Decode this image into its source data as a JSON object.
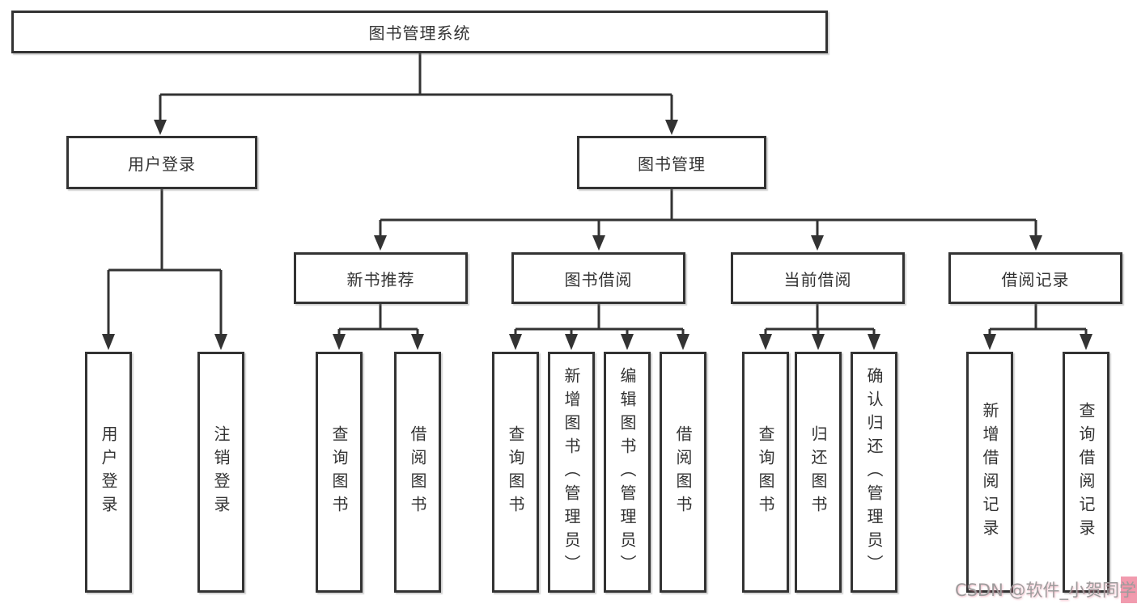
{
  "diagram": {
    "type": "hierarchy-tree",
    "title": "图书管理系统",
    "line_color": "#333333",
    "box_border_color": "#333333",
    "box_fill_color": "#ffffff",
    "text_color": "#333333",
    "nodes": {
      "root": {
        "label": "图书管理系统"
      },
      "login": {
        "label": "用户登录"
      },
      "mgmt": {
        "label": "图书管理"
      },
      "rec": {
        "label": "新书推荐"
      },
      "borrow": {
        "label": "图书借阅"
      },
      "current": {
        "label": "当前借阅"
      },
      "record": {
        "label": "借阅记录"
      },
      "leaf_login": {
        "label": "用户登录"
      },
      "leaf_logout": {
        "label": "注销登录"
      },
      "rec_query": {
        "label": "查询图书"
      },
      "rec_borrow": {
        "label": "借阅图书"
      },
      "borrow_query": {
        "label": "查询图书"
      },
      "borrow_add": {
        "label": "新增图书（管理员）"
      },
      "borrow_edit": {
        "label": "编辑图书（管理员）"
      },
      "borrow_lend": {
        "label": "借阅图书"
      },
      "cur_query": {
        "label": "查询图书"
      },
      "cur_return": {
        "label": "归还图书"
      },
      "cur_confirm": {
        "label": "确认归还（管理员）"
      },
      "record_add": {
        "label": "新增借阅记录"
      },
      "record_query": {
        "label": "查询借阅记录"
      }
    },
    "hierarchy": {
      "图书管理系统": {
        "用户登录": [
          "用户登录",
          "注销登录"
        ],
        "图书管理": {
          "新书推荐": [
            "查询图书",
            "借阅图书"
          ],
          "图书借阅": [
            "查询图书",
            "新增图书（管理员）",
            "编辑图书（管理员）",
            "借阅图书"
          ],
          "当前借阅": [
            "查询图书",
            "归还图书",
            "确认归还（管理员）"
          ],
          "借阅记录": [
            "新增借阅记录",
            "查询借阅记录"
          ]
        }
      }
    },
    "watermark": {
      "text": "CSDN @软件_小贺同学",
      "color": "#9c9c9c",
      "accent_color": "#ee8aa0"
    }
  }
}
